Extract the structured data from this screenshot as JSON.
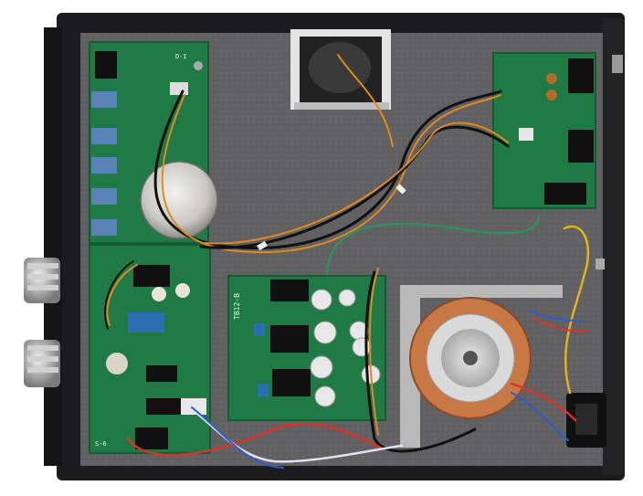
{
  "board_labels": {
    "power_supply": "TB12-B",
    "input_board": "D-I",
    "bottom_board": "S-6"
  },
  "colors": {
    "chassis": "#1c1c1e",
    "floor": "#5f5f61",
    "pcb": "#1f7a45",
    "pcb_dark": "#155c33",
    "wire_orange": "#e08a1e",
    "wire_black": "#111111",
    "wire_green": "#2f8f5e",
    "wire_yellow": "#e3b419",
    "wire_red": "#d8322b",
    "copper": "#c87845"
  }
}
